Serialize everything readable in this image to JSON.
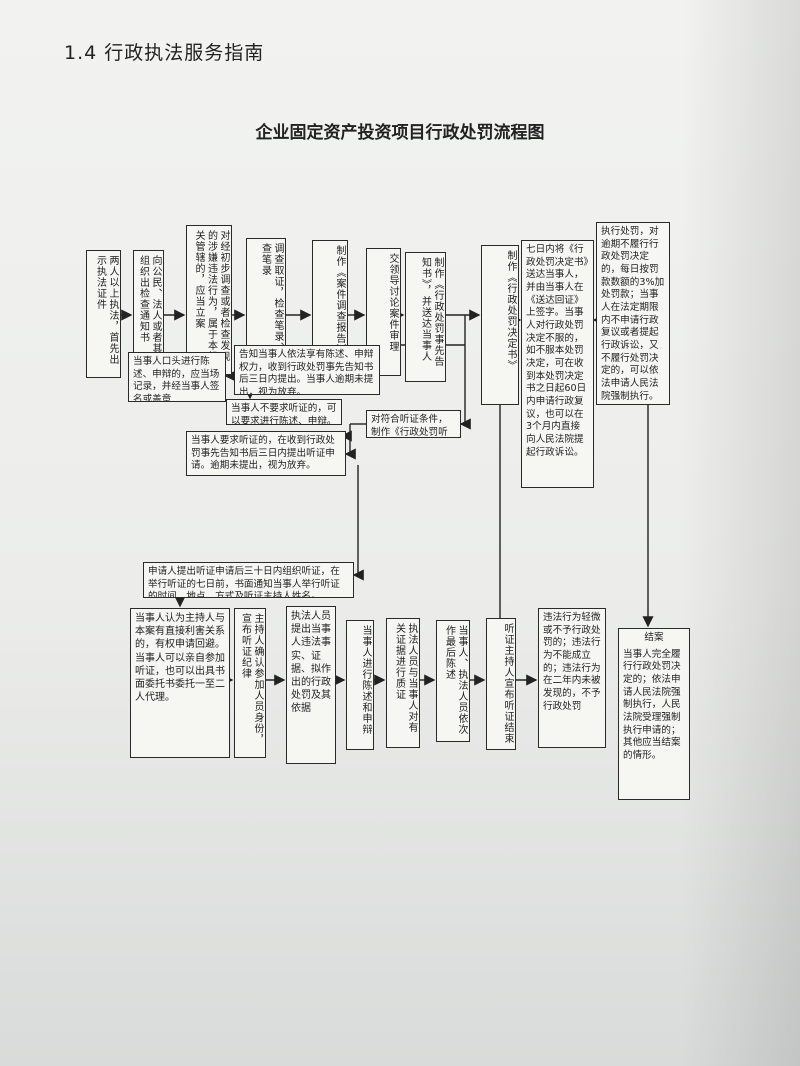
{
  "section_heading": "1.4 行政执法服务指南",
  "chart_title": "企业固定资产投资项目行政处罚流程图",
  "nodes": {
    "n1": "两人以上执法，首先出示执法证件",
    "n2": "向公民、法人或者其他组织出检查通知书",
    "n3": "对经初步调查或者检查发现的涉嫌违法行为，属于本机关管辖的，应当立案",
    "n4": "调查取证，检查笔录、勘查笔录",
    "n5": "制作《案件调查报告》",
    "n6": "交领导讨论案件审理",
    "n7": "制作《行政处罚事先告知书》，并送达当事人",
    "n8": "制作《行政处罚决定书》",
    "n9": "七日内将《行政处罚决定书》送达当事人，并由当事人在《送达回证》上签字。当事人对行政处罚决定不服的，如不服本处罚决定，可在收到本处罚决定书之日起60日内申请行政复议，也可以在3个月内直接向人民法院提起行政诉讼。",
    "n10": "执行处罚，对逾期不履行行政处罚决定的，每日按罚款数额的3%加处罚款；当事人在法定期限内不申请行政复议或者提起行政诉讼，又不履行处罚决定的，可以依法申请人民法院强制执行。",
    "n11": "当事人口头进行陈述、申辩的，应当场记录，并经当事人签名或盖章",
    "n12": "告知当事人依法享有陈述、申辩权力，收到行政处罚事先告知书后三日内提出。当事人逾期未提出，视为放弃。",
    "n13": "当事人不要求听证的，可以要求进行陈述、申辩。",
    "n14": "对符合听证条件，制作《行政处罚听证告知书》，并送达当事人。",
    "n15": "当事人要求听证的，在收到行政处罚事先告知书后三日内提出听证申请。逾期未提出，视为放弃。",
    "n16": "申请人提出听证申请后三十日内组织听证，在举行听证的七日前，书面通知当事人举行听证的时间、地点、方式及听证主持人姓名。",
    "n17": "当事人认为主持人与本案有直接利害关系的，有权申请回避。当事人可以亲自参加听证，也可以出具书面委托书委托一至二人代理。",
    "n18": "主持人确认参加人员身份，宣布听证纪律",
    "n19": "执法人员提出当事人违法事实、证据、拟作出的行政处罚及其依据",
    "n20": "当事人进行陈述和申辩",
    "n21": "执法人员与当事人对有关证据进行质证",
    "n22": "当事人、执法人员依次作最后陈述",
    "n23": "听证主持人宣布听证结束",
    "n24": "违法行为轻微或不予行政处罚的；违法行为不能成立的；违法行为在二年内未被发现的，不予行政处罚",
    "n25_title": "结案",
    "n25": "当事人完全履行行政处罚决定的；依法申请人民法院强制执行，人民法院受理强制执行申请的；其他应当结案的情形。"
  }
}
